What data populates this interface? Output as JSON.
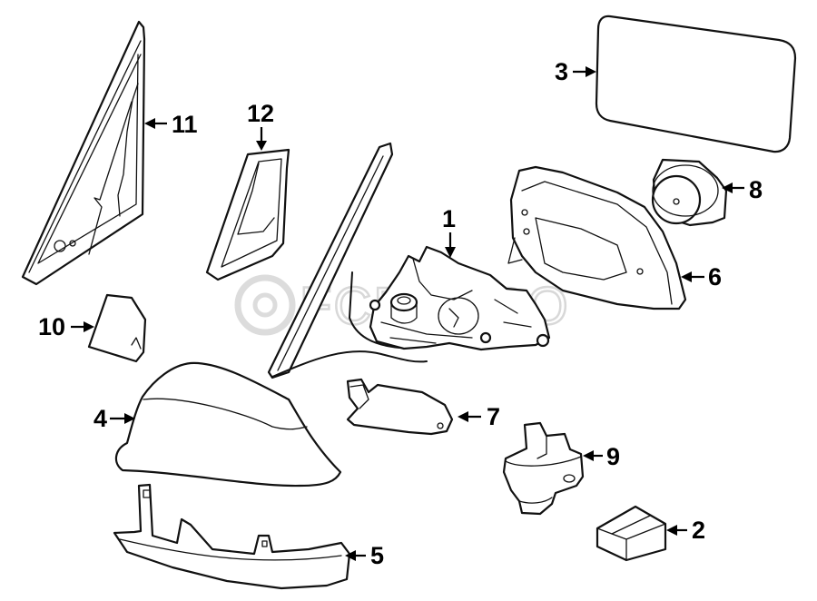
{
  "diagram": {
    "title": "Exploded view of side mirror assembly",
    "watermark": "FCPEURO",
    "callouts": [
      {
        "id": "c1",
        "label": "1",
        "part": "mirror-base-assembly"
      },
      {
        "id": "c2",
        "label": "2",
        "part": "module-box"
      },
      {
        "id": "c3",
        "label": "3",
        "part": "mirror-glass"
      },
      {
        "id": "c4",
        "label": "4",
        "part": "mirror-cover-cap"
      },
      {
        "id": "c5",
        "label": "5",
        "part": "lower-housing-trim"
      },
      {
        "id": "c6",
        "label": "6",
        "part": "mirror-housing-frame"
      },
      {
        "id": "c7",
        "label": "7",
        "part": "bracket"
      },
      {
        "id": "c8",
        "label": "8",
        "part": "adjustment-motor"
      },
      {
        "id": "c9",
        "label": "9",
        "part": "switch"
      },
      {
        "id": "c10",
        "label": "10",
        "part": "small-cover"
      },
      {
        "id": "c11",
        "label": "11",
        "part": "triangle-trim-panel"
      },
      {
        "id": "c12",
        "label": "12",
        "part": "inner-triangle-trim"
      }
    ]
  }
}
